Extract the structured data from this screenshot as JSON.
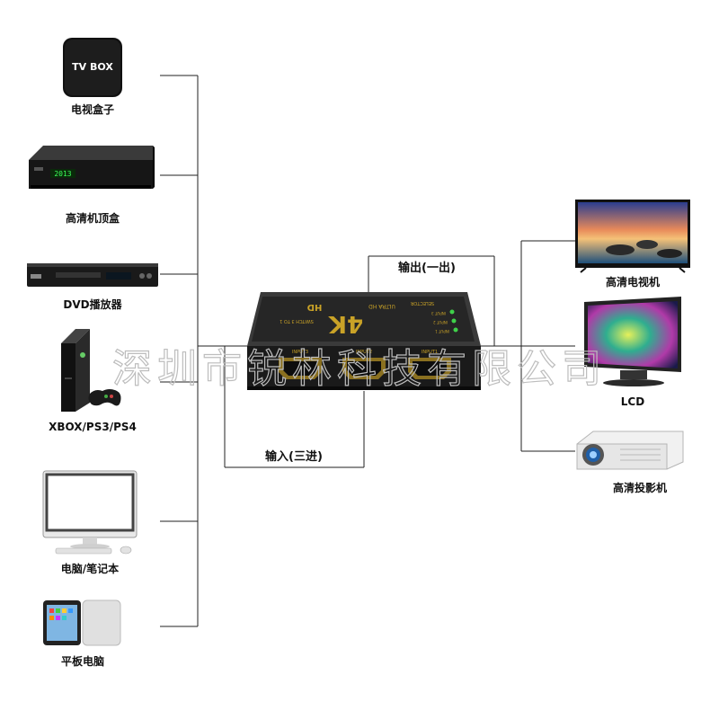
{
  "sources": [
    {
      "label": "电视盒子",
      "icon": "tv-box-icon",
      "device_text": "TV BOX"
    },
    {
      "label": "高清机顶盒",
      "icon": "set-top-box-icon",
      "display_text": "2013"
    },
    {
      "label": "DVD播放器",
      "icon": "dvd-player-icon"
    },
    {
      "label": "XBOX/PS3/PS4",
      "icon": "game-console-icon"
    },
    {
      "label": "电脑/笔记本",
      "icon": "desktop-computer-icon"
    },
    {
      "label": "平板电脑",
      "icon": "tablet-icon"
    }
  ],
  "outputs": [
    {
      "label": "高清电视机",
      "icon": "hd-tv-icon"
    },
    {
      "label": "LCD",
      "icon": "lcd-monitor-icon"
    },
    {
      "label": "高清投影机",
      "icon": "projector-icon"
    }
  ],
  "switch": {
    "title": "HD",
    "subtitle": "4K",
    "line1": "ULTRA HD",
    "line2": "SWITCH 3 TO 1",
    "ports": [
      "INPUT3",
      "INPUT2",
      "INPUT1"
    ],
    "indicators": [
      "INPUT 3",
      "INPUT 2",
      "INPUT 1"
    ],
    "selector_label": "SELECTOR",
    "body_color": "#2a2a2a",
    "accent_color": "#c9a227"
  },
  "input_label": "输入(三进)",
  "output_label": "输出(一出)",
  "watermark": "深圳市锐林科技有限公司"
}
